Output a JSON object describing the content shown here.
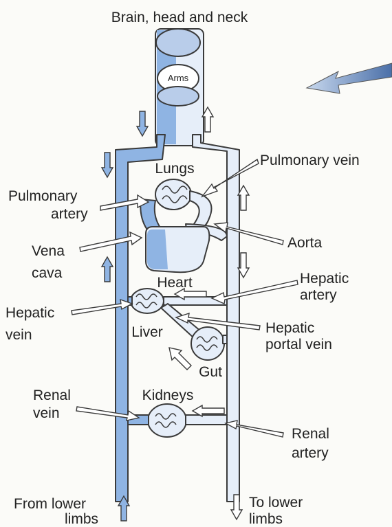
{
  "labels": {
    "brain": "Brain, head and neck",
    "arms": "Arms",
    "lungs": "Lungs",
    "pulmonary_vein": "Pulmonary vein",
    "pulmonary_artery_1": "Pulmonary",
    "pulmonary_artery_2": "artery",
    "vena_cava_1": "Vena",
    "vena_cava_2": "cava",
    "aorta": "Aorta",
    "heart": "Heart",
    "hepatic_artery_1": "Hepatic",
    "hepatic_artery_2": "artery",
    "hepatic_vein_1": "Hepatic",
    "hepatic_vein_2": "vein",
    "liver": "Liver",
    "hepatic_portal_1": "Hepatic",
    "hepatic_portal_2": "portal vein",
    "gut": "Gut",
    "kidneys": "Kidneys",
    "renal_vein_1": "Renal",
    "renal_vein_2": "vein",
    "renal_artery_1": "Renal",
    "renal_artery_2": "artery",
    "from_lower_1": "From lower",
    "from_lower_2": "limbs",
    "to_lower_1": "To lower",
    "to_lower_2": "limbs"
  },
  "colors": {
    "vein_blue": "#8fb4e3",
    "artery_light": "#e6eef9",
    "outline": "#3a3a3a",
    "pointer": "#ffffff"
  }
}
